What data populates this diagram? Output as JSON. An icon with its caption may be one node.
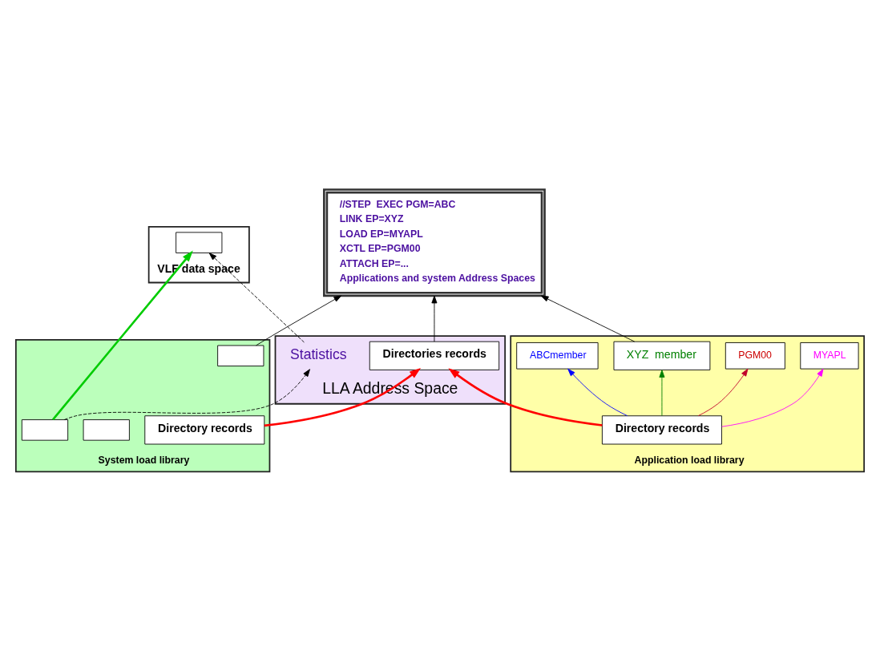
{
  "diagram": {
    "nodes": [
      {
        "text": [
          "//STEP  EXEC PGM=ABC",
          "LINK EP=XYZ",
          "LOAD EP=MYAPL",
          "XCTL EP=PGM00",
          "ATTACH EP=...",
          "Applications and system Address Spaces"
        ]
      },
      {
        "text": [
          "LLA Address Space"
        ]
      },
      {
        "text": [
          "Directories records"
        ],
        "in": 1
      },
      {
        "text": [
          "Statistics"
        ],
        "in": 1
      },
      {
        "text": [
          "VLF data space"
        ]
      },
      {
        "text": [],
        "shape": "box",
        "in": 4
      },
      {
        "text": [
          "System load library"
        ]
      },
      {
        "text": [
          "Directory records"
        ],
        "in": 6
      },
      {
        "text": [],
        "shape": "box",
        "in": 6
      },
      {
        "text": [],
        "shape": "box",
        "in": 6
      },
      {
        "text": [],
        "shape": "box",
        "in": 6
      },
      {
        "text": [
          "Application load library"
        ]
      },
      {
        "text": [
          "Directory records"
        ],
        "in": 11
      },
      {
        "text": [
          "ABCmember"
        ],
        "in": 11
      },
      {
        "text": [
          "XYZ  member"
        ],
        "in": 11
      },
      {
        "text": [
          "PGM00"
        ],
        "in": 11
      },
      {
        "text": [
          "MYAPL"
        ],
        "in": 11
      }
    ],
    "edges": [
      {
        "from": 2,
        "to": 0,
        "arrow": "to"
      },
      {
        "from": 7,
        "to": 2,
        "arrow": "to",
        "style": "thick",
        "color": "#ff0000"
      },
      {
        "from": 12,
        "to": 2,
        "arrow": "to",
        "style": "thick",
        "color": "#ff0000"
      },
      {
        "from": 14,
        "to": 0,
        "arrow": "to"
      },
      {
        "from": 8,
        "to": 0,
        "arrow": "to"
      },
      {
        "from": 10,
        "to": 3,
        "arrow": "to",
        "style": "dashed"
      },
      {
        "from": 3,
        "to": 5,
        "arrow": "to",
        "style": "dashed"
      },
      {
        "from": 10,
        "to": 5,
        "arrow": "to",
        "style": "thick",
        "color": "#00cc00"
      },
      {
        "from": 12,
        "to": 13,
        "arrow": "to",
        "color": "#0000ff"
      },
      {
        "from": 12,
        "to": 14,
        "arrow": "to",
        "color": "#008000"
      },
      {
        "from": 12,
        "to": 15,
        "arrow": "to",
        "color": "#c0002a"
      },
      {
        "from": 12,
        "to": 16,
        "arrow": "to",
        "color": "#ff00ff"
      }
    ]
  }
}
